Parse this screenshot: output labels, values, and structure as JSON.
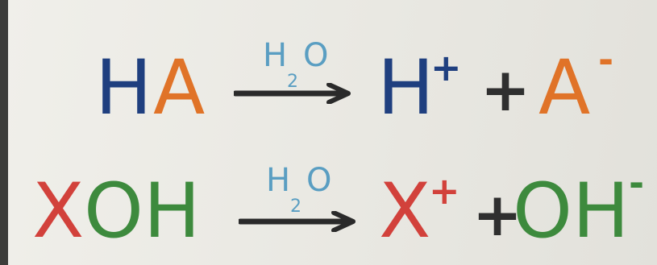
{
  "colors": {
    "blue": "#1f3f7f",
    "orange": "#e07328",
    "red": "#d2413b",
    "green": "#3d8a3d",
    "dark": "#2f2f2f",
    "condition": "#5a9ec2"
  },
  "equations": [
    {
      "reactant_parts": [
        "H",
        "A"
      ],
      "condition": {
        "main": "H",
        "sub": "2",
        "tail": "O"
      },
      "products": [
        {
          "base": "H",
          "charge": "+"
        },
        {
          "base": "A",
          "charge": "-"
        }
      ],
      "plus_sign": "+"
    },
    {
      "reactant_parts": [
        "X",
        "OH"
      ],
      "condition": {
        "main": "H",
        "sub": "2",
        "tail": "O"
      },
      "products": [
        {
          "base": "X",
          "charge": "+"
        },
        {
          "base": "OH",
          "charge": "-"
        }
      ],
      "plus_sign": "+"
    }
  ]
}
